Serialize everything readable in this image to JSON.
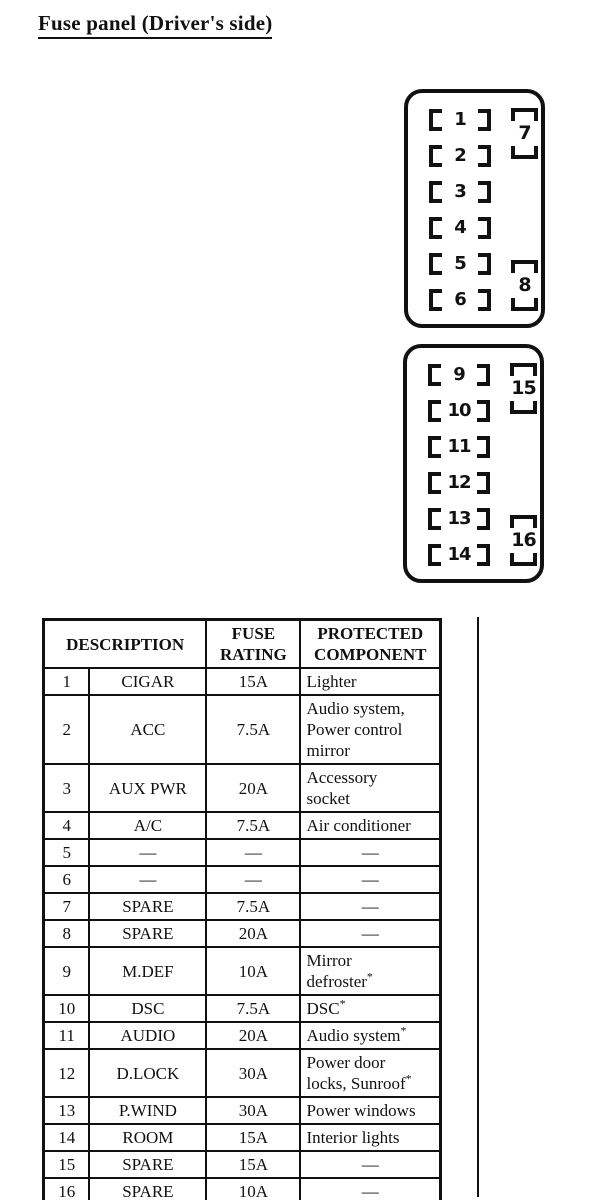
{
  "page": {
    "title": "Fuse panel (Driver's side)"
  },
  "fuse_boxes": [
    {
      "name": "upper-fuse-box",
      "small_fuses": [
        "1",
        "2",
        "3",
        "4",
        "5",
        "6"
      ],
      "side_fuses": [
        {
          "label": "7",
          "position": "top"
        },
        {
          "label": "8",
          "position": "bottom"
        }
      ]
    },
    {
      "name": "lower-fuse-box",
      "small_fuses": [
        "9",
        "10",
        "11",
        "12",
        "13",
        "14"
      ],
      "side_fuses": [
        {
          "label": "15",
          "position": "top"
        },
        {
          "label": "16",
          "position": "bottom"
        }
      ]
    }
  ],
  "table": {
    "headers": {
      "description": "DESCRIPTION",
      "rating": "FUSE RATING",
      "component": "PROTECTED COMPONENT"
    },
    "rows": [
      {
        "no": "1",
        "desc": "CIGAR",
        "rating": "15A",
        "component": "Lighter"
      },
      {
        "no": "2",
        "desc": "ACC",
        "rating": "7.5A",
        "component": "Audio system,\nPower control\nmirror"
      },
      {
        "no": "3",
        "desc": "AUX PWR",
        "rating": "20A",
        "component": "Accessory\nsocket"
      },
      {
        "no": "4",
        "desc": "A/C",
        "rating": "7.5A",
        "component": "Air conditioner"
      },
      {
        "no": "5",
        "desc": "—",
        "rating": "—",
        "component": "—"
      },
      {
        "no": "6",
        "desc": "—",
        "rating": "—",
        "component": "—"
      },
      {
        "no": "7",
        "desc": "SPARE",
        "rating": "7.5A",
        "component": "—"
      },
      {
        "no": "8",
        "desc": "SPARE",
        "rating": "20A",
        "component": "—"
      },
      {
        "no": "9",
        "desc": "M.DEF",
        "rating": "10A",
        "component": "Mirror\ndefroster*"
      },
      {
        "no": "10",
        "desc": "DSC",
        "rating": "7.5A",
        "component": "DSC*"
      },
      {
        "no": "11",
        "desc": "AUDIO",
        "rating": "20A",
        "component": "Audio system*"
      },
      {
        "no": "12",
        "desc": "D.LOCK",
        "rating": "30A",
        "component": "Power door\nlocks, Sunroof*"
      },
      {
        "no": "13",
        "desc": "P.WIND",
        "rating": "30A",
        "component": "Power windows"
      },
      {
        "no": "14",
        "desc": "ROOM",
        "rating": "15A",
        "component": "Interior lights"
      },
      {
        "no": "15",
        "desc": "SPARE",
        "rating": "15A",
        "component": "—"
      },
      {
        "no": "16",
        "desc": "SPARE",
        "rating": "10A",
        "component": "—"
      }
    ]
  },
  "colors": {
    "ink": "#111111",
    "paper": "#ffffff"
  }
}
